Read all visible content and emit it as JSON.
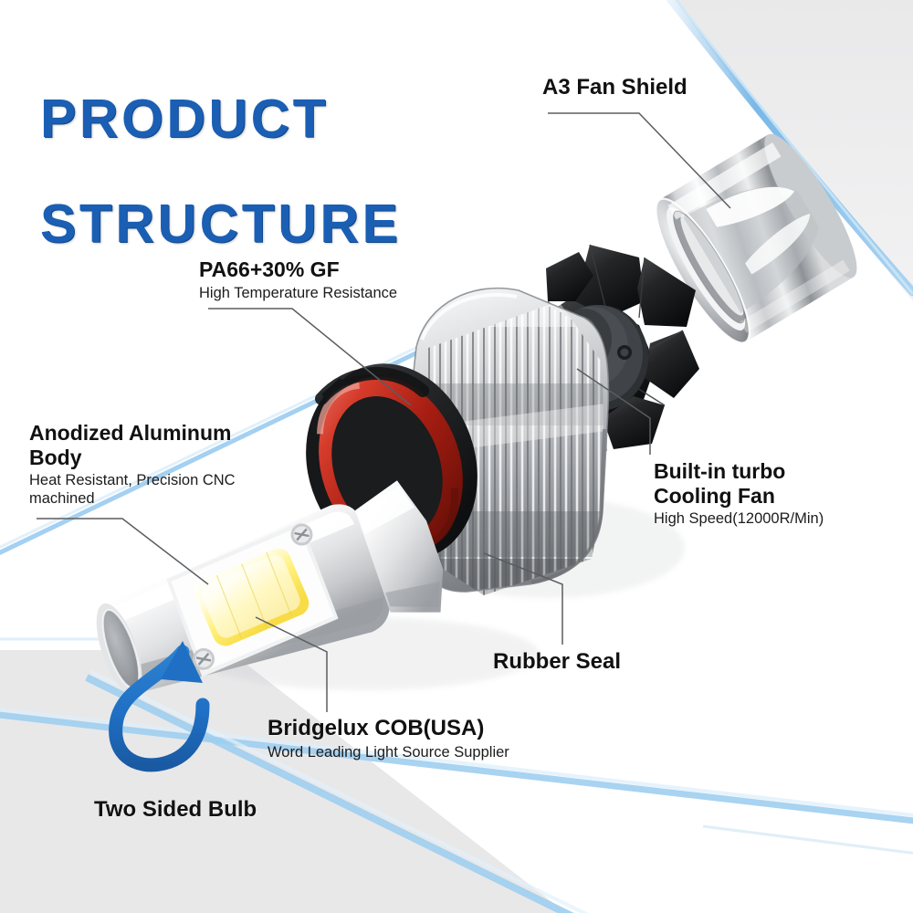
{
  "page": {
    "title_line1": "PRODUCT",
    "title_line2": "STRUCTURE",
    "title_color": "#1a5fb4",
    "background_color": "#ffffff",
    "accent_stripe_color": "#7fb9e8",
    "panel_gray": "#e8e8e9"
  },
  "callouts": {
    "fan_shield": {
      "heading": "A3 Fan Shield",
      "subtitle": ""
    },
    "pa66": {
      "heading": "PA66+30% GF",
      "subtitle": "High Temperature Resistance"
    },
    "aluminum_body": {
      "heading": "Anodized Aluminum\nBody",
      "subtitle": "Heat Resistant, Precision CNC\nmachined"
    },
    "cooling_fan": {
      "heading": "Built-in turbo\nCooling Fan",
      "subtitle": "High Speed(12000R/Min)"
    },
    "rubber_seal": {
      "heading": "Rubber Seal",
      "subtitle": ""
    },
    "cob": {
      "heading": "Bridgelux COB(USA)",
      "subtitle": "Word Leading Light Source Supplier"
    },
    "two_sided_bulb": {
      "heading": "Two Sided Bulb",
      "subtitle": ""
    }
  },
  "product": {
    "parts": [
      {
        "name": "a3-fan-shield",
        "material": "chrome-ring"
      },
      {
        "name": "turbo-cooling-fan",
        "material": "black-plastic"
      },
      {
        "name": "aluminum-heatsink",
        "material": "silver-fins"
      },
      {
        "name": "rubber-seal",
        "material": "red-rubber"
      },
      {
        "name": "bulb-body",
        "material": "white-anodized"
      },
      {
        "name": "cob-led-chip",
        "material": "yellow-phosphor"
      }
    ],
    "arrow": {
      "name": "rotation-arrow",
      "color": "#1f6fc4"
    }
  }
}
